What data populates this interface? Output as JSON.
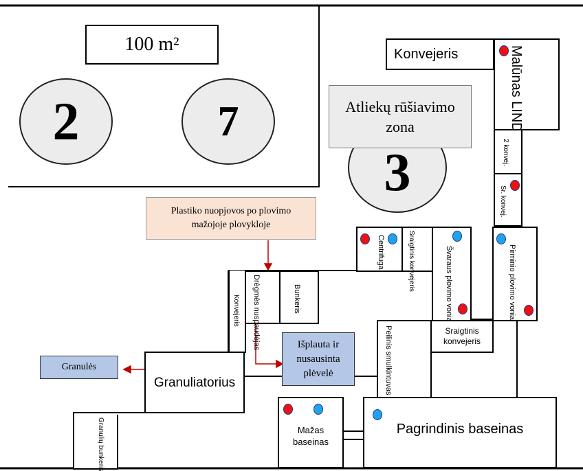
{
  "labels": {
    "area": "100 m²",
    "circle_2": "2",
    "circle_7": "7",
    "circle_3": "3",
    "sorting_zone": "Atliekų rūšiavimo zona",
    "konvejeris_top": "Konvejeris",
    "malunas": "Malūnas LINDER",
    "konvej_2": "2 konvej.",
    "sr_konvej": "Sr. konvej.",
    "plastic_note": "Plastiko nuopjovos po plovimo mažojoje plovykloje",
    "centrifuga": "Centrifuga",
    "sraigtinis_vertical": "Sraigtinis konvejeris",
    "svaraus": "Švaraus plovimo vonia",
    "pirminio": "Pirminio plovimo vonia",
    "dregmes": "Drėgmės nuspaudėjas",
    "bunkeris": "Bunkeris",
    "konvejeris_left": "Konvejeris",
    "granules": "Granulės",
    "washed_note": "Išplauta ir nusausinta plėvelė",
    "granuliatorius": "Granuliatorius",
    "peilinis": "Peilinis smulkintuvas",
    "sraigtinis_horizontal": "Sraigtinis konvejeris",
    "granuliu_bunkeris": "Granulių bunkeris",
    "mazas": "Mažas baseinas",
    "pagrindinis": "Pagrindinis baseinas"
  },
  "colors": {
    "red_dot": "#ee1111",
    "blue_dot": "#22a2ee",
    "note_peach": "#fbe3d4",
    "note_blue": "#b4c7e7",
    "arrow": "#c00000",
    "circle_fill": "#ececec",
    "zone_fill": "#ececec"
  }
}
